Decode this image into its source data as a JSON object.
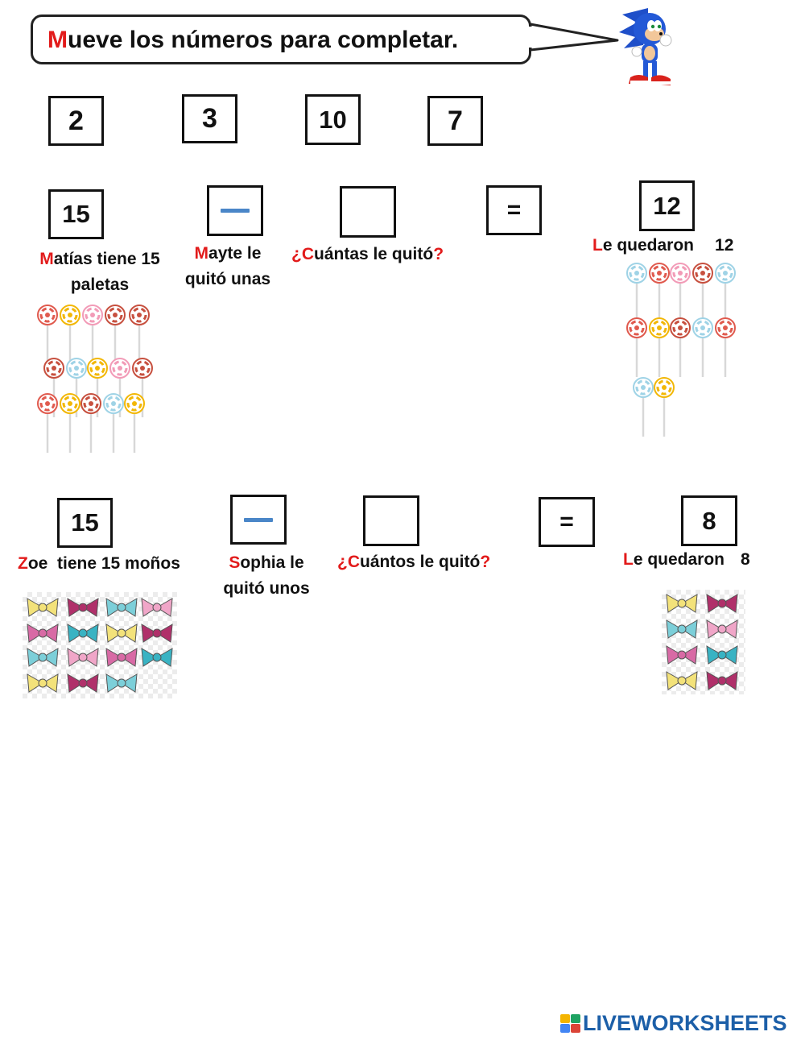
{
  "instruction": {
    "first_letter": "M",
    "rest": "ueve los números para completar."
  },
  "number_tiles": [
    "2",
    "3",
    "10",
    "7"
  ],
  "problem1": {
    "total": "15",
    "minus": "—",
    "equals": "=",
    "result": "12",
    "label_total": {
      "first": "M",
      "line1_rest": "atías tiene 15",
      "line2": "paletas"
    },
    "label_minus": {
      "first": "M",
      "line1_rest": "ayte le",
      "line2": "quitó unas"
    },
    "label_question": {
      "open": "¿",
      "cap": "C",
      "middle": "uántas le quitó",
      "close": "?"
    },
    "label_result": {
      "first": "L",
      "rest": "e quedaron",
      "value": "12"
    }
  },
  "problem2": {
    "total": "15",
    "minus": "—",
    "equals": "=",
    "result": "8",
    "label_total": {
      "first": "Z",
      "rest": "oe  tiene 15 moños"
    },
    "label_minus": {
      "first": "S",
      "line1_rest": "ophia le",
      "line2": "quitó unos"
    },
    "label_question": {
      "open": "¿",
      "cap": "C",
      "middle": "uántos le quitó",
      "close": "?"
    },
    "label_result": {
      "first": "L",
      "rest": "e quedaron",
      "value": "8"
    }
  },
  "brand": "LIVEWORKSHEETS",
  "icons": {
    "mascot": "hedgehog-mascot-icon",
    "lollipop": "lollipop-icon",
    "bow": "bow-icon",
    "logo": "liveworksheets-logo-icon"
  },
  "colors": {
    "accent_red": "#e21b1b",
    "minus_blue": "#4a86c8",
    "brand_blue": "#1c5fa8"
  }
}
